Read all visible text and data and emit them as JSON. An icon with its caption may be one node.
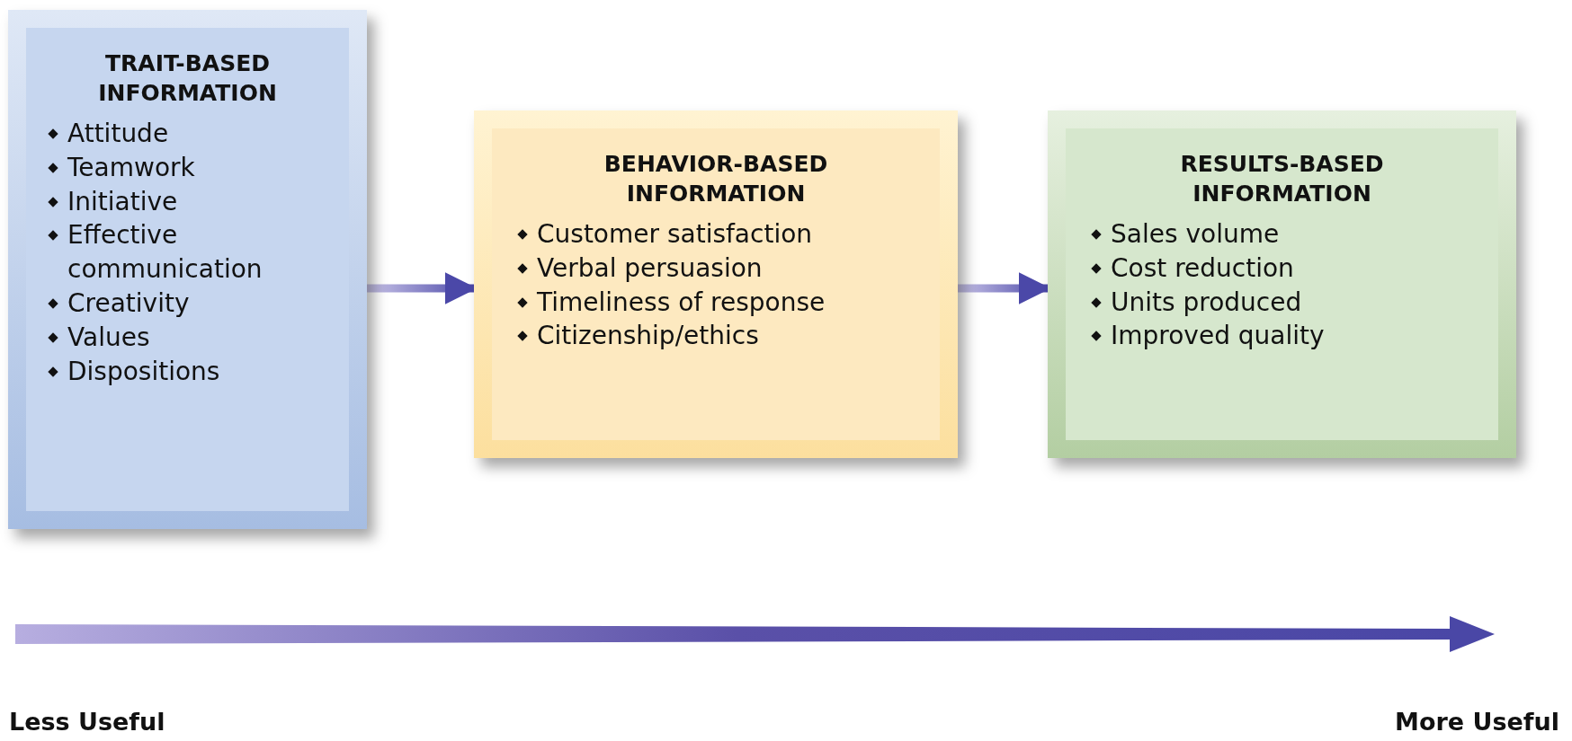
{
  "diagram": {
    "nodes": [
      {
        "text": [
          "TRAIT-BASED INFORMATION",
          "Attitude",
          "Teamwork",
          "Initiative",
          "Effective communication",
          "Creativity",
          "Values",
          "Dispositions"
        ]
      },
      {
        "text": [
          "BEHAVIOR-BASED INFORMATION",
          "Customer satisfaction",
          "Verbal persuasion",
          "Timeliness of response",
          "Citizenship/ethics"
        ]
      },
      {
        "text": [
          "RESULTS-BASED INFORMATION",
          "Sales volume",
          "Cost reduction",
          "Units produced",
          "Improved quality"
        ]
      }
    ],
    "edges": [
      {
        "from": 0,
        "to": 1,
        "arrow": "to"
      },
      {
        "from": 1,
        "to": 2,
        "arrow": "to"
      }
    ],
    "labels": [
      "Less Useful",
      "More Useful"
    ]
  }
}
